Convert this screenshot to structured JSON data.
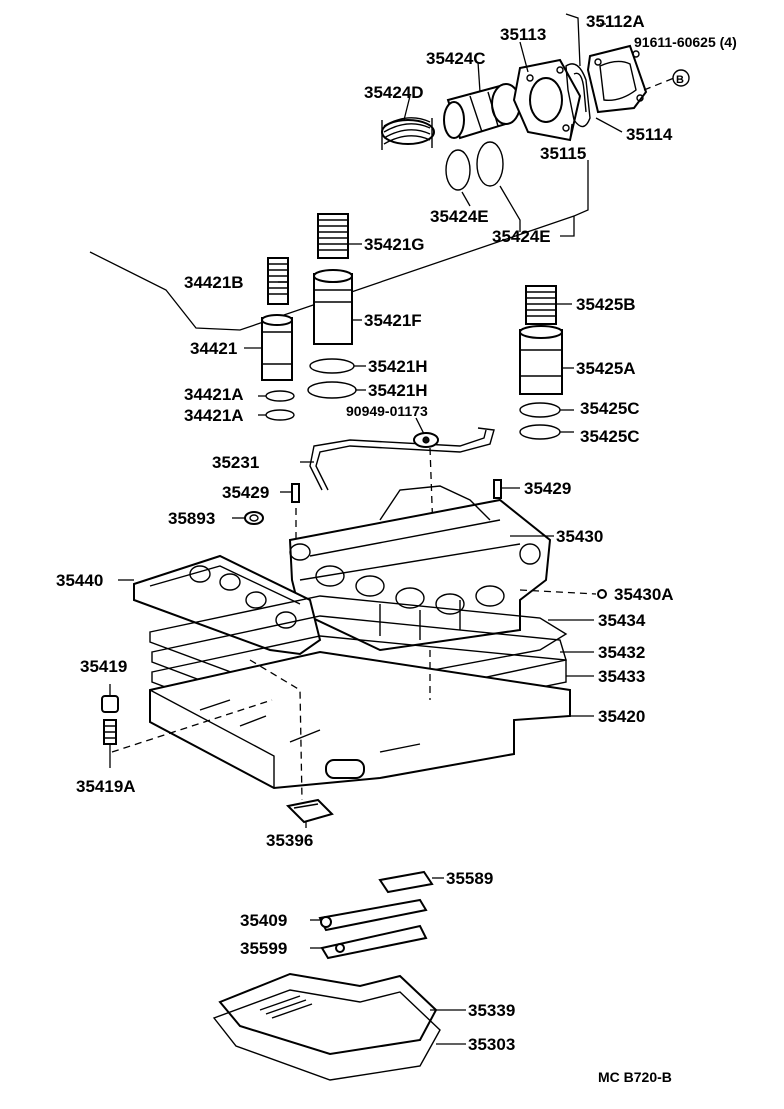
{
  "labels": {
    "p35112A": "35112A",
    "p35113": "35113",
    "p91611": "91611-60625 (4)",
    "p35424C": "35424C",
    "p35424D": "35424D",
    "p35114": "35114",
    "p35115": "35115",
    "p35424E_1": "35424E",
    "p35424E_2": "35424E",
    "p35421G": "35421G",
    "p34421B": "34421B",
    "p35421F": "35421F",
    "p35425B": "35425B",
    "p34421": "34421",
    "p35421H_1": "35421H",
    "p35421H_2": "35421H",
    "p35425A": "35425A",
    "p34421A_1": "34421A",
    "p34421A_2": "34421A",
    "p90949": "90949-01173",
    "p35425C_1": "35425C",
    "p35425C_2": "35425C",
    "p35231": "35231",
    "p35429_1": "35429",
    "p35429_2": "35429",
    "p35893": "35893",
    "p35430": "35430",
    "p35440": "35440",
    "p35430A": "35430A",
    "p35434": "35434",
    "p35432": "35432",
    "p35419": "35419",
    "p35433": "35433",
    "p35420": "35420",
    "p35419A": "35419A",
    "p35396": "35396",
    "p35589": "35589",
    "p35409": "35409",
    "p35599": "35599",
    "p35339": "35339",
    "p35303": "35303",
    "bolt_marker": "B",
    "diagram_code": "MC  B720-B"
  }
}
